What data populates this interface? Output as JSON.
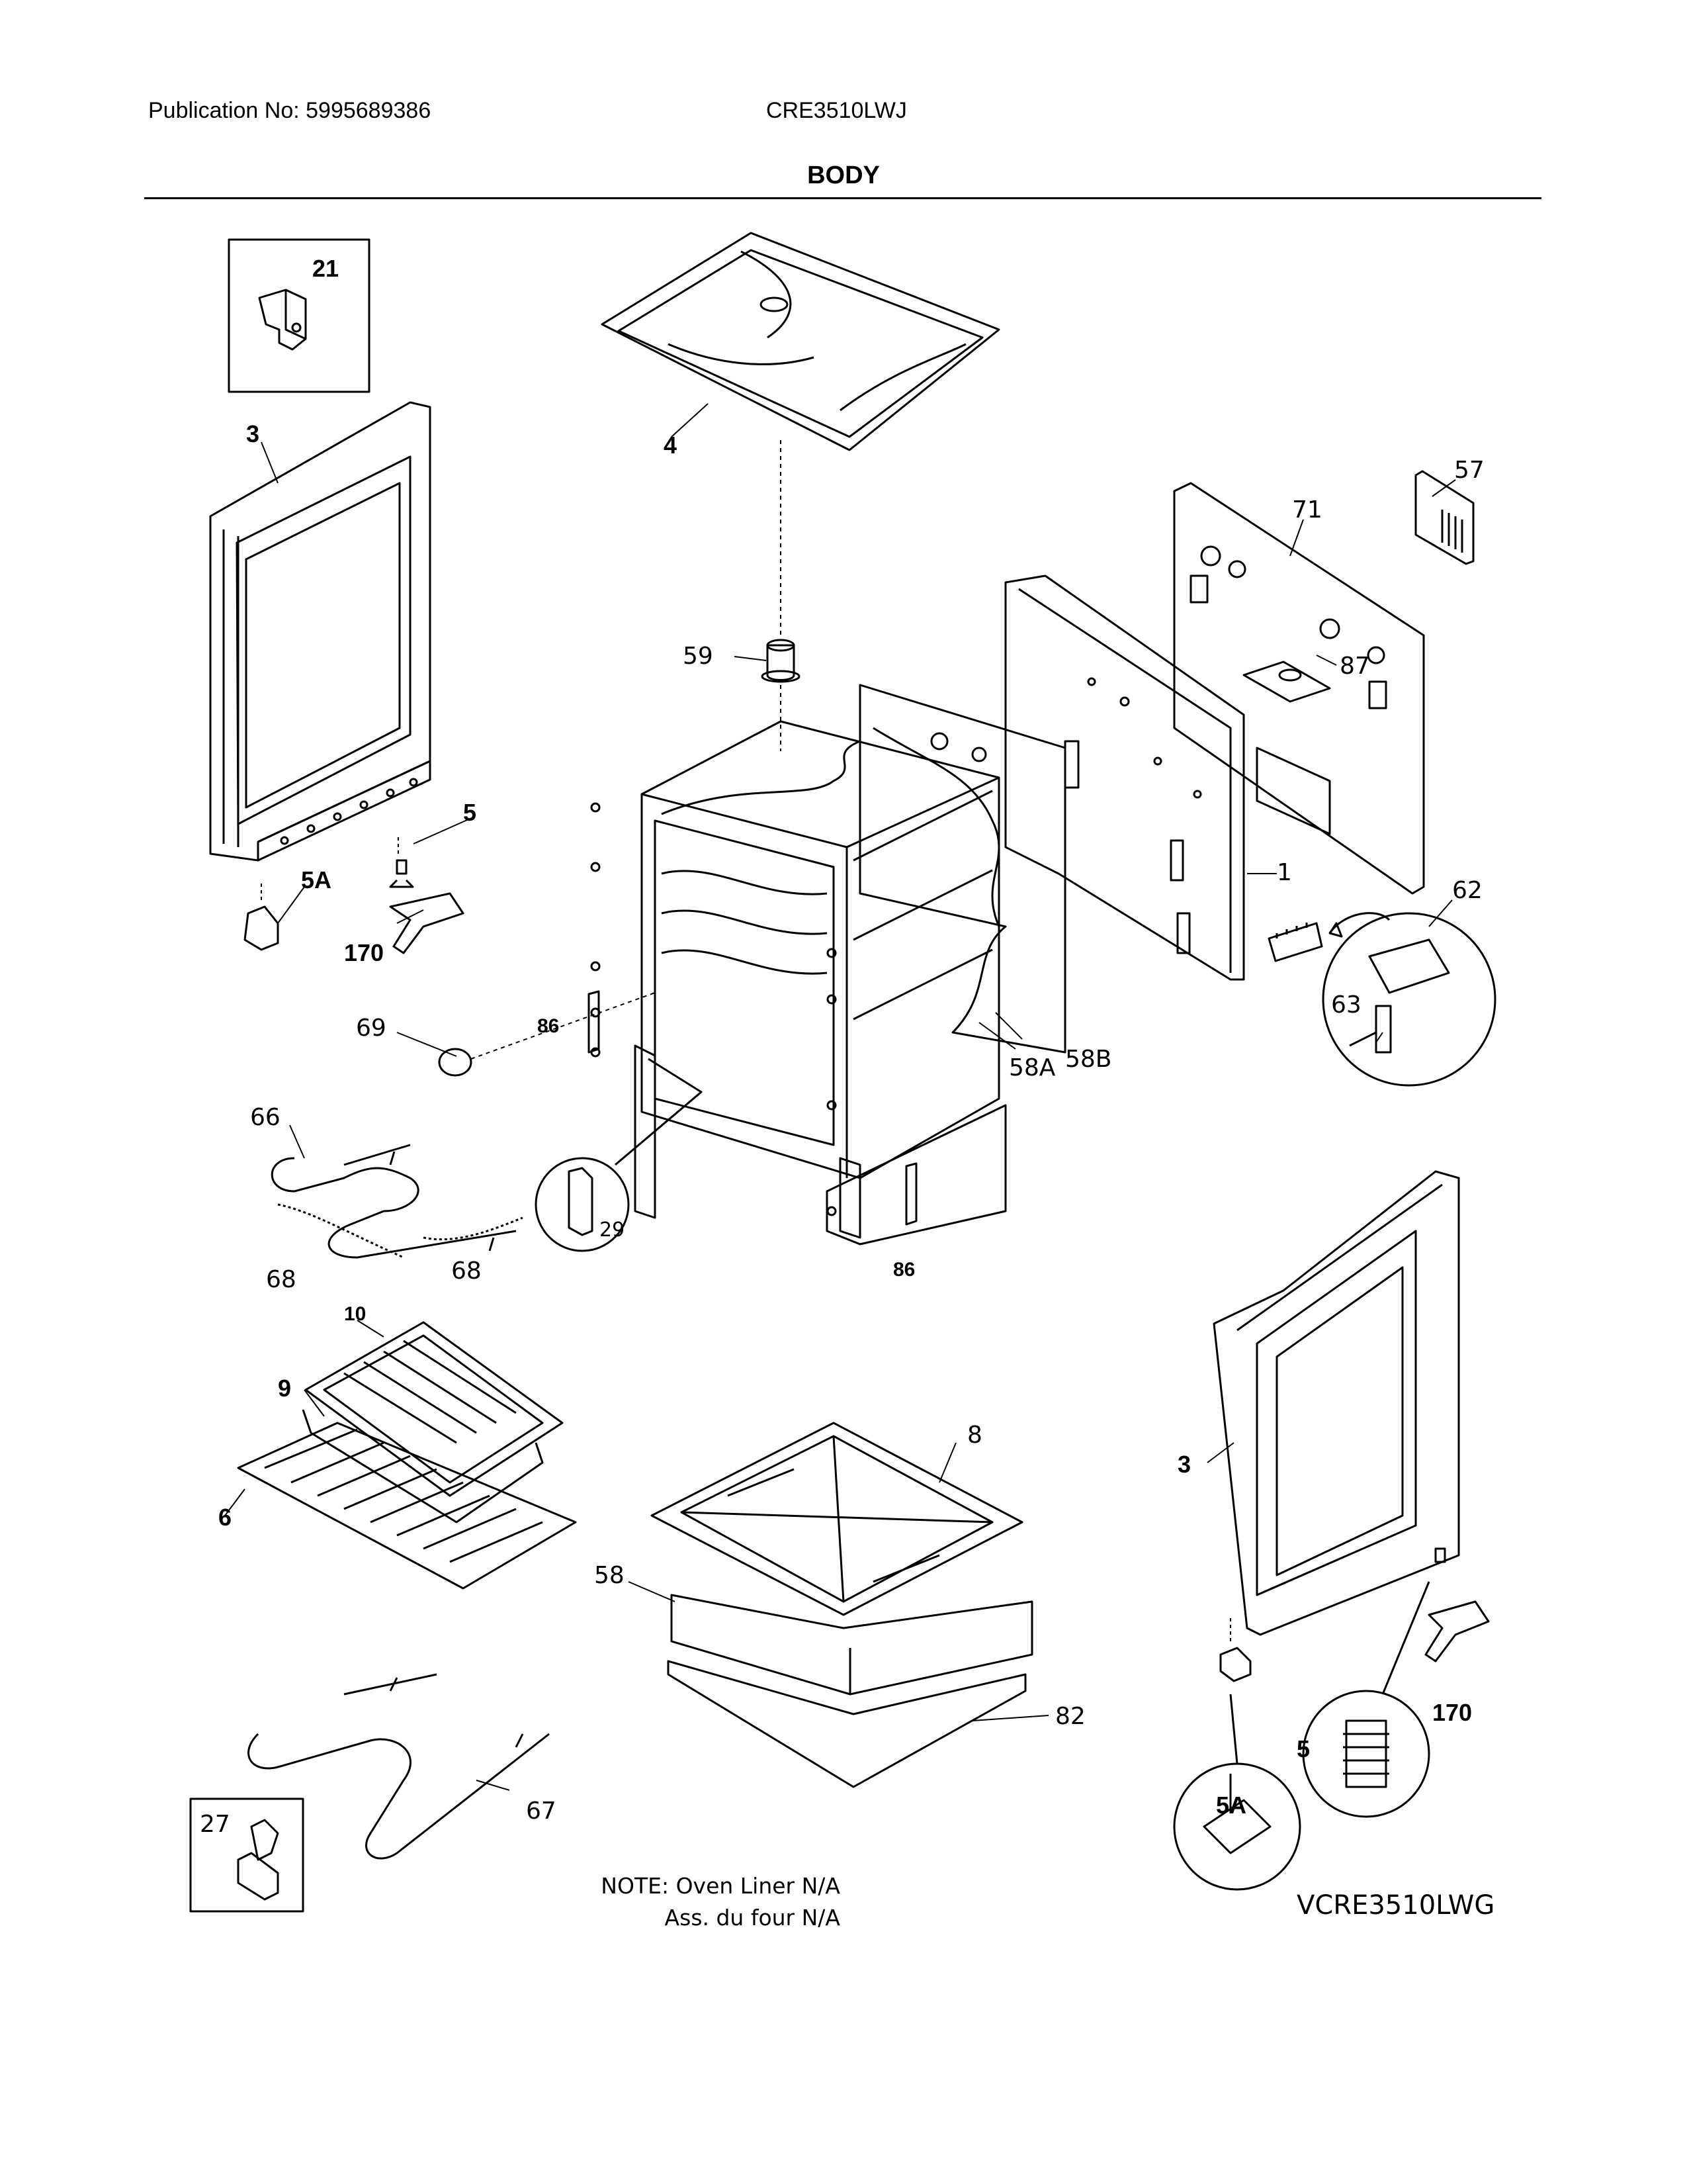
{
  "header": {
    "publication": "Publication No: 5995689386",
    "model": "CRE3510LWJ",
    "section_title": "BODY"
  },
  "callouts": {
    "c21": "21",
    "c3_left": "3",
    "c4": "4",
    "c57": "57",
    "c71": "71",
    "c59": "59",
    "c87": "87",
    "c5_left": "5",
    "c5A_left": "5A",
    "c170_left": "170",
    "c1": "1",
    "c62": "62",
    "c63": "63",
    "c69": "69",
    "c86_left": "86",
    "c58A": "58A",
    "c58B": "58B",
    "c66": "66",
    "c29": "29",
    "c68_left": "68",
    "c68_right": "68",
    "c86_right": "86",
    "c10": "10",
    "c9": "9",
    "c6": "6",
    "c8": "8",
    "c3_right": "3",
    "c58": "58",
    "c82": "82",
    "c170_right": "170",
    "c5_right": "5",
    "c5A_right": "5A",
    "c67": "67",
    "c27": "27"
  },
  "footer": {
    "note_line1": "NOTE: Oven Liner N/A",
    "note_line2": "Ass. du four N/A",
    "diagram_code": "VCRE3510LWG"
  }
}
